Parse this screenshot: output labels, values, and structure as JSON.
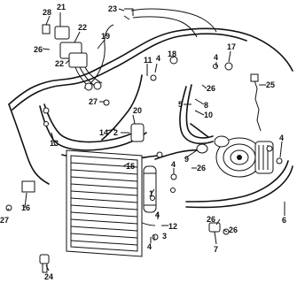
{
  "diagram": {
    "callouts": [
      {
        "id": "p1",
        "text": "1"
      },
      {
        "id": "p2",
        "text": "2"
      },
      {
        "id": "p3",
        "text": "3"
      },
      {
        "id": "p4a",
        "text": "4"
      },
      {
        "id": "p4b",
        "text": "4"
      },
      {
        "id": "p4c",
        "text": "4"
      },
      {
        "id": "p4d",
        "text": "4"
      },
      {
        "id": "p4e",
        "text": "4"
      },
      {
        "id": "p4f",
        "text": "4"
      },
      {
        "id": "p5",
        "text": "5"
      },
      {
        "id": "p6",
        "text": "6"
      },
      {
        "id": "p7",
        "text": "7"
      },
      {
        "id": "p8",
        "text": "8"
      },
      {
        "id": "p9",
        "text": "9"
      },
      {
        "id": "p10",
        "text": "10"
      },
      {
        "id": "p11",
        "text": "11"
      },
      {
        "id": "p12",
        "text": "12"
      },
      {
        "id": "p13",
        "text": "13"
      },
      {
        "id": "p14",
        "text": "14"
      },
      {
        "id": "p15",
        "text": "15"
      },
      {
        "id": "p16",
        "text": "16"
      },
      {
        "id": "p17",
        "text": "17"
      },
      {
        "id": "p18",
        "text": "18"
      },
      {
        "id": "p19",
        "text": "19"
      },
      {
        "id": "p20",
        "text": "20"
      },
      {
        "id": "p21",
        "text": "21"
      },
      {
        "id": "p22a",
        "text": "22"
      },
      {
        "id": "p22b",
        "text": "22"
      },
      {
        "id": "p23",
        "text": "23"
      },
      {
        "id": "p24",
        "text": "24"
      },
      {
        "id": "p25",
        "text": "25"
      },
      {
        "id": "p26a",
        "text": "26"
      },
      {
        "id": "p26b",
        "text": "26"
      },
      {
        "id": "p26c",
        "text": "26"
      },
      {
        "id": "p26d",
        "text": "26"
      },
      {
        "id": "p26e",
        "text": "26"
      },
      {
        "id": "p27a",
        "text": "27"
      },
      {
        "id": "p27b",
        "text": "27"
      },
      {
        "id": "p28",
        "text": "28"
      }
    ]
  }
}
